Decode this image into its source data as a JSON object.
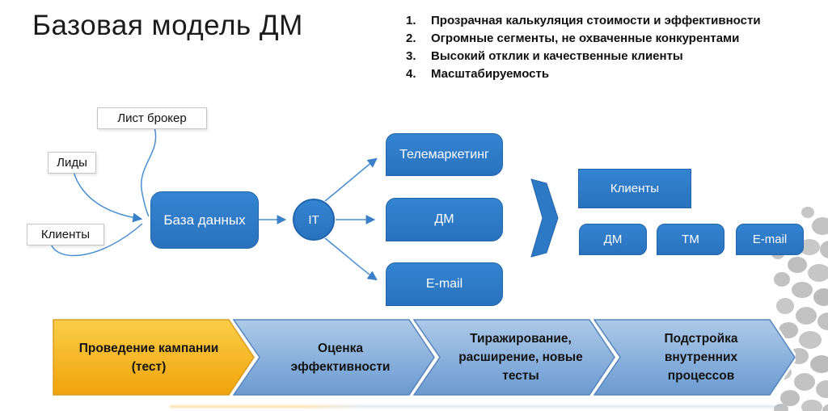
{
  "title": "Базовая модель ДМ",
  "benefits": {
    "items": [
      {
        "n": "1.",
        "text": "Прозрачная калькуляция стоимости и эффективности"
      },
      {
        "n": "2.",
        "text": "Огромные сегменты, не охваченные конкурентами"
      },
      {
        "n": "3.",
        "text": "Высокий отклик и качественные клиенты"
      },
      {
        "n": "4.",
        "text": "Масштабируемость"
      }
    ]
  },
  "diagram": {
    "sources": [
      {
        "label": "Лист брокер"
      },
      {
        "label": "Лиды"
      },
      {
        "label": "Клиенты"
      }
    ],
    "database": {
      "label": "База данных"
    },
    "it_node": {
      "label": "IT"
    },
    "channels": [
      {
        "label": "Телемаркетинг"
      },
      {
        "label": "ДМ"
      },
      {
        "label": "E-mail"
      }
    ],
    "results": {
      "top": {
        "label": "Клиенты"
      },
      "items": [
        {
          "label": "ДМ"
        },
        {
          "label": "ТМ"
        },
        {
          "label": "E-mail"
        }
      ]
    }
  },
  "process": {
    "steps": [
      {
        "label": "Проведение кампании (тест)"
      },
      {
        "label": "Оценка эффективности"
      },
      {
        "label": "Тиражирование, расширение, новые тесты"
      },
      {
        "label": "Подстройка внутренних процессов"
      }
    ]
  },
  "colors": {
    "box_blue": "#2e7ac6",
    "box_blue_border": "#2265ad",
    "connector_blue": "#4a8ed2",
    "arrow_orange_top": "#fbce49",
    "arrow_orange_bottom": "#f0a30a",
    "arrow_blue_top": "#adcae8",
    "arrow_blue_bottom": "#6b9ad1",
    "decor_gray": "#c2c2c2"
  }
}
